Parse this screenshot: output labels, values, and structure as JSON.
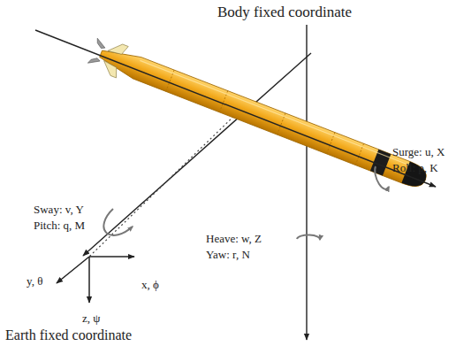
{
  "diagram": {
    "title": "Body fixed coordinate",
    "labels": [
      "Sway: v, Y",
      "Pitch: q, M",
      "Surge: u, X",
      "Roll: p, K",
      "Heave: w, Z",
      "Yaw: r, N",
      "y, θ",
      "x, ϕ",
      "z, ψ",
      "Earth fixed coordinate"
    ]
  }
}
